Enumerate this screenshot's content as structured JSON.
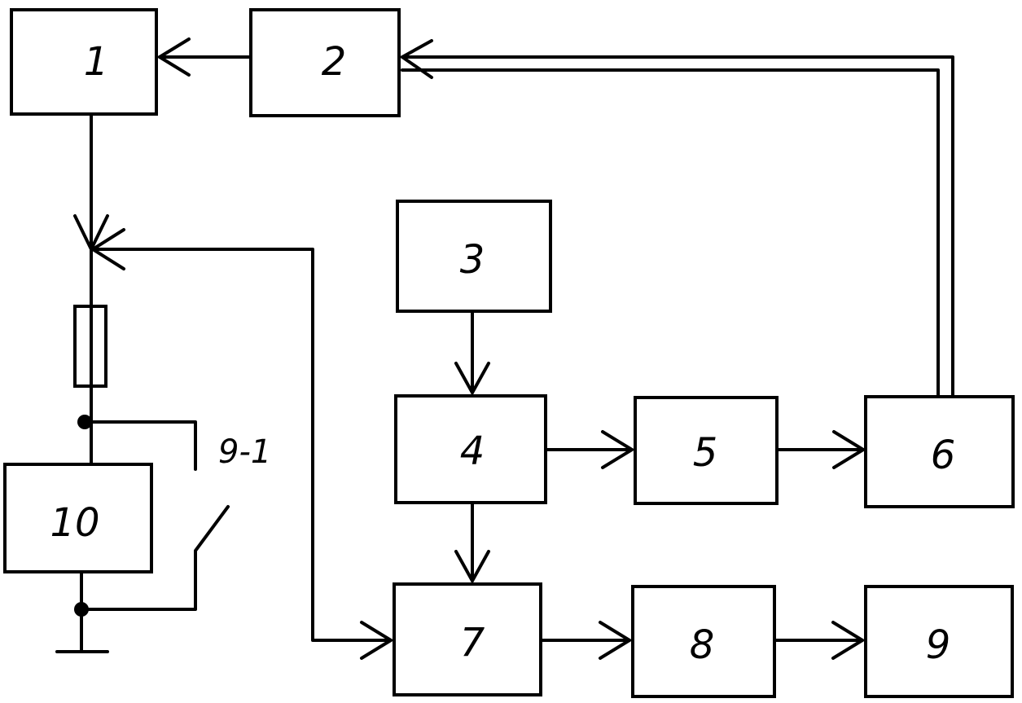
{
  "blocks": {
    "b1": "1",
    "b2": "2",
    "b3": "3",
    "b4": "4",
    "b5": "5",
    "b6": "6",
    "b7": "7",
    "b8": "8",
    "b9": "9",
    "b10": "10"
  },
  "switch_label": "9-1",
  "colors": {
    "line": "#000000",
    "background": "#ffffff"
  }
}
